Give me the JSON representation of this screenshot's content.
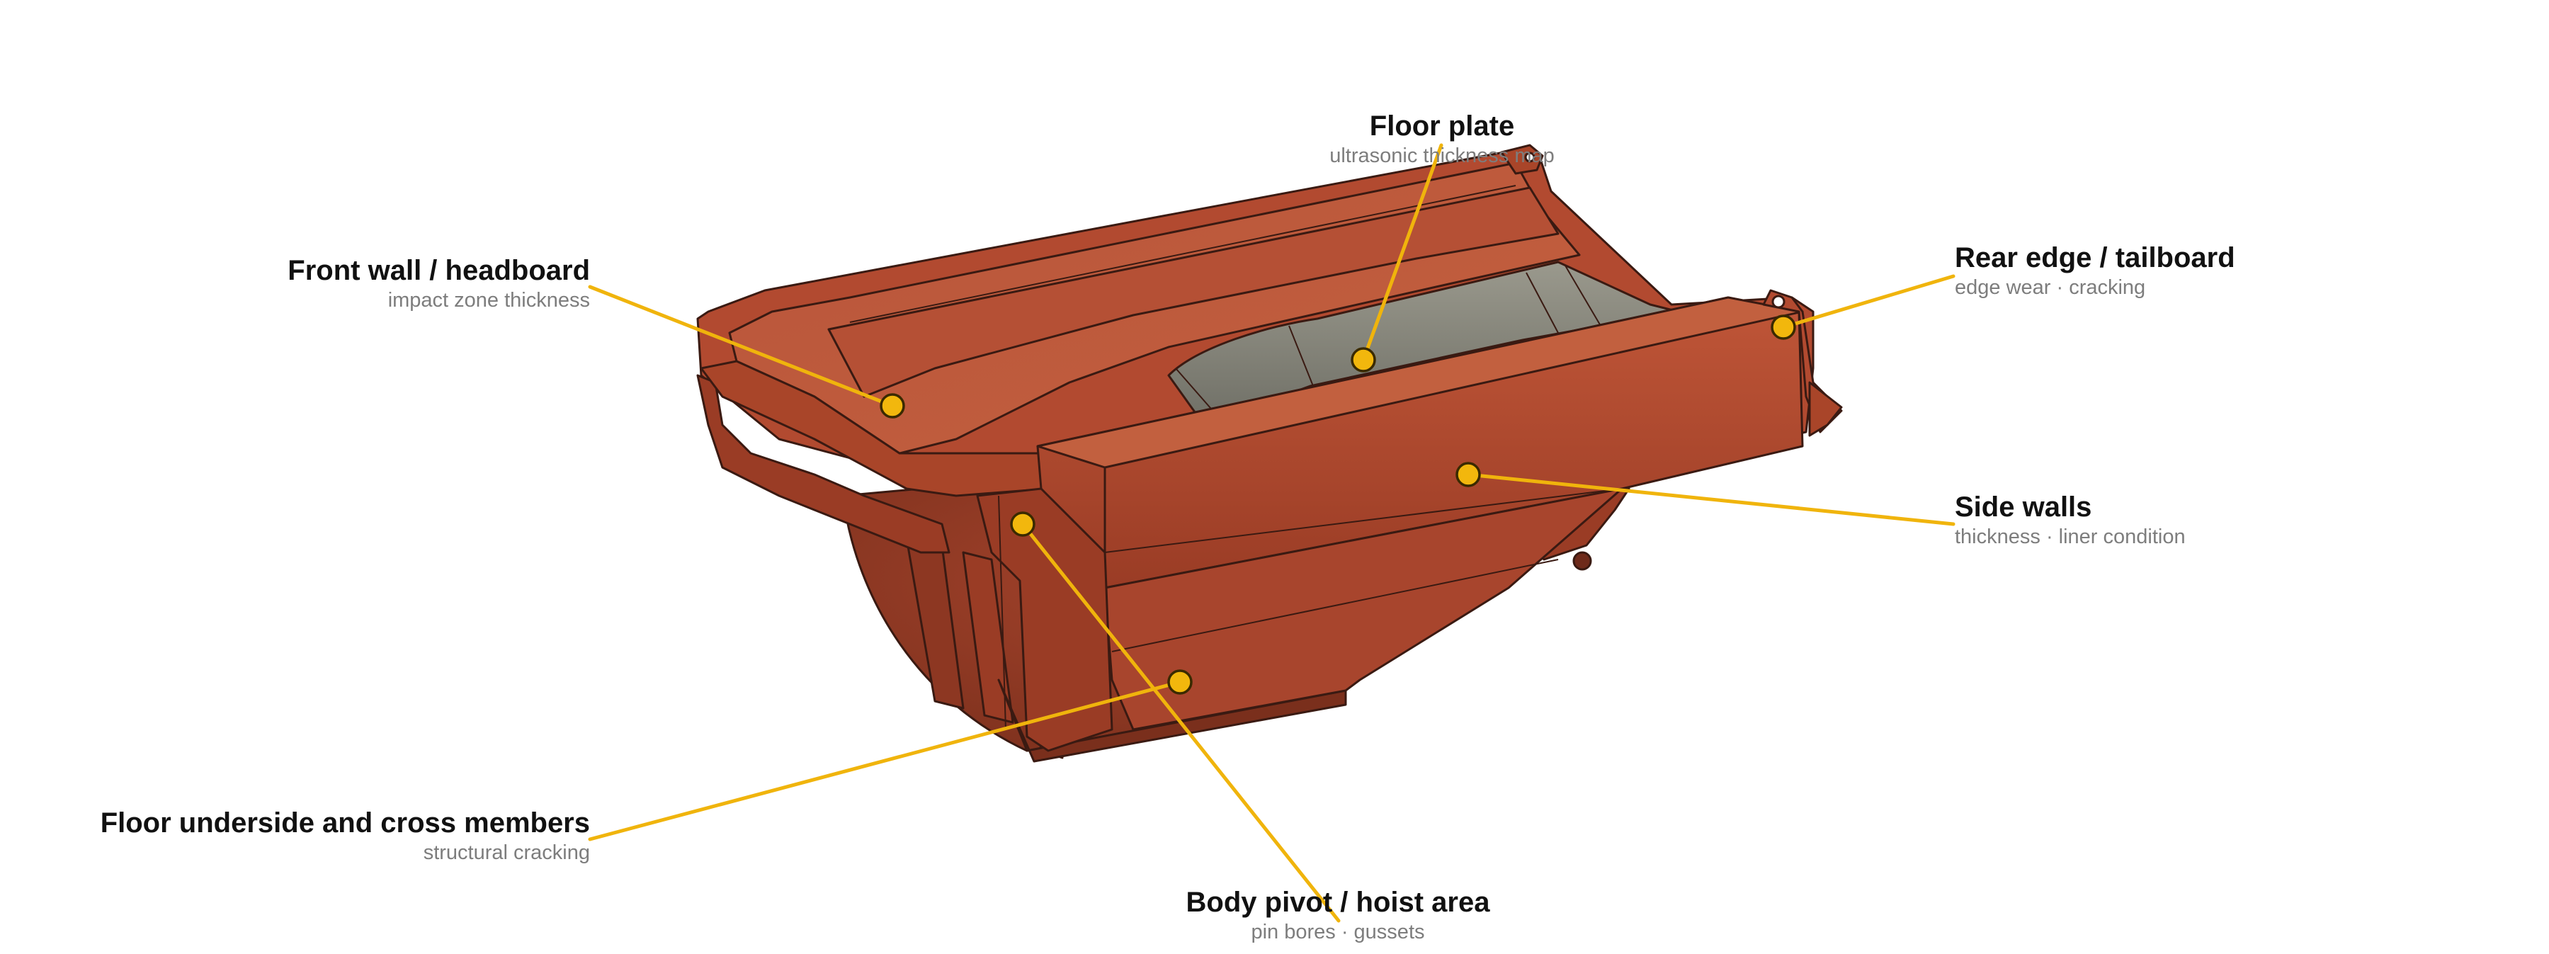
{
  "colors": {
    "body_main": "#b24a30",
    "body_light": "#c25a3c",
    "body_dark": "#8d3722",
    "body_shadow": "#6e2a1a",
    "liner": "#85857a",
    "outline": "#3a1a12",
    "leader": "#f0b40c",
    "marker_fill": "#f2b70d",
    "marker_stroke": "#3a2a00"
  },
  "callouts": {
    "floor_plate": {
      "title": "Floor plate",
      "subtitle": "ultrasonic thickness map"
    },
    "front_wall": {
      "title": "Front wall / headboard",
      "subtitle": "impact zone thickness"
    },
    "rear_edge": {
      "title": "Rear edge / tailboard",
      "subtitle": "edge wear · cracking"
    },
    "side_walls": {
      "title": "Side walls",
      "subtitle": "thickness · liner condition"
    },
    "floor_underside": {
      "title": "Floor underside and cross members",
      "subtitle": "structural cracking"
    },
    "body_pivot": {
      "title": "Body pivot / hoist area",
      "subtitle": "pin bores · gussets"
    }
  }
}
